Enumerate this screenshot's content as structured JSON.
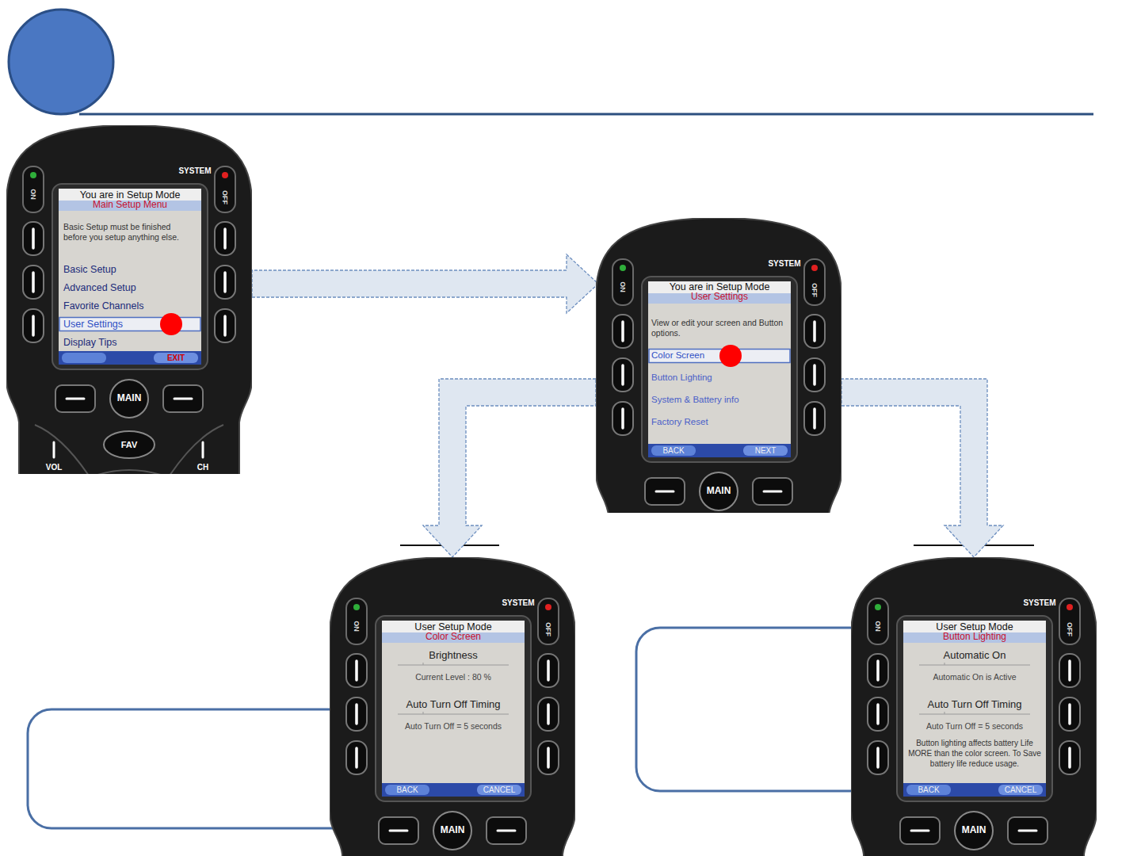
{
  "diagram": {
    "nodes": [
      {
        "text": [
          "SYSTEM",
          "ON",
          "OFF",
          "MAIN",
          "FAV",
          "VOL",
          "CH"
        ]
      },
      {
        "text": [
          "You are in Setup Mode",
          "Main Setup Menu",
          "Basic Setup must be finished before you setup anything else.",
          "Basic Setup",
          "Advanced Setup",
          "Favorite Channels",
          "User Settings",
          "Display Tips",
          "EXIT"
        ],
        "in": 0
      },
      {
        "text": [
          "SYSTEM",
          "ON",
          "OFF",
          "MAIN"
        ]
      },
      {
        "text": [
          "You are in Setup Mode",
          "User Settings",
          "View or edit your screen and Button options.",
          "Color Screen",
          "Button Lighting",
          "System & Battery info",
          "Factory Reset",
          "BACK",
          "NEXT"
        ],
        "in": 2
      },
      {
        "text": [
          "SYSTEM",
          "ON",
          "OFF",
          "MAIN"
        ]
      },
      {
        "text": [
          "User Setup Mode",
          "Color Screen",
          "Brightness",
          "Current Level : 80 %",
          "Auto Turn Off Timing",
          "Auto Turn Off = 5 seconds",
          "BACK",
          "CANCEL"
        ],
        "in": 4
      },
      {
        "text": [
          "SYSTEM",
          "ON",
          "OFF",
          "MAIN"
        ]
      },
      {
        "text": [
          "User Setup Mode",
          "Button Lighting",
          "Automatic On",
          "Automatic On is Active",
          "Auto Turn Off Timing",
          "Auto Turn Off = 5 seconds",
          "Button lighting affects battery Life MORE than the color screen. To Save battery life reduce usage.",
          "BACK",
          "CANCEL"
        ],
        "in": 6
      }
    ],
    "edges": [
      {
        "from": 0,
        "to": 2,
        "arrow": "to"
      },
      {
        "from": 2,
        "to": 4,
        "arrow": "to"
      },
      {
        "from": 2,
        "to": 6,
        "arrow": "to"
      }
    ]
  }
}
